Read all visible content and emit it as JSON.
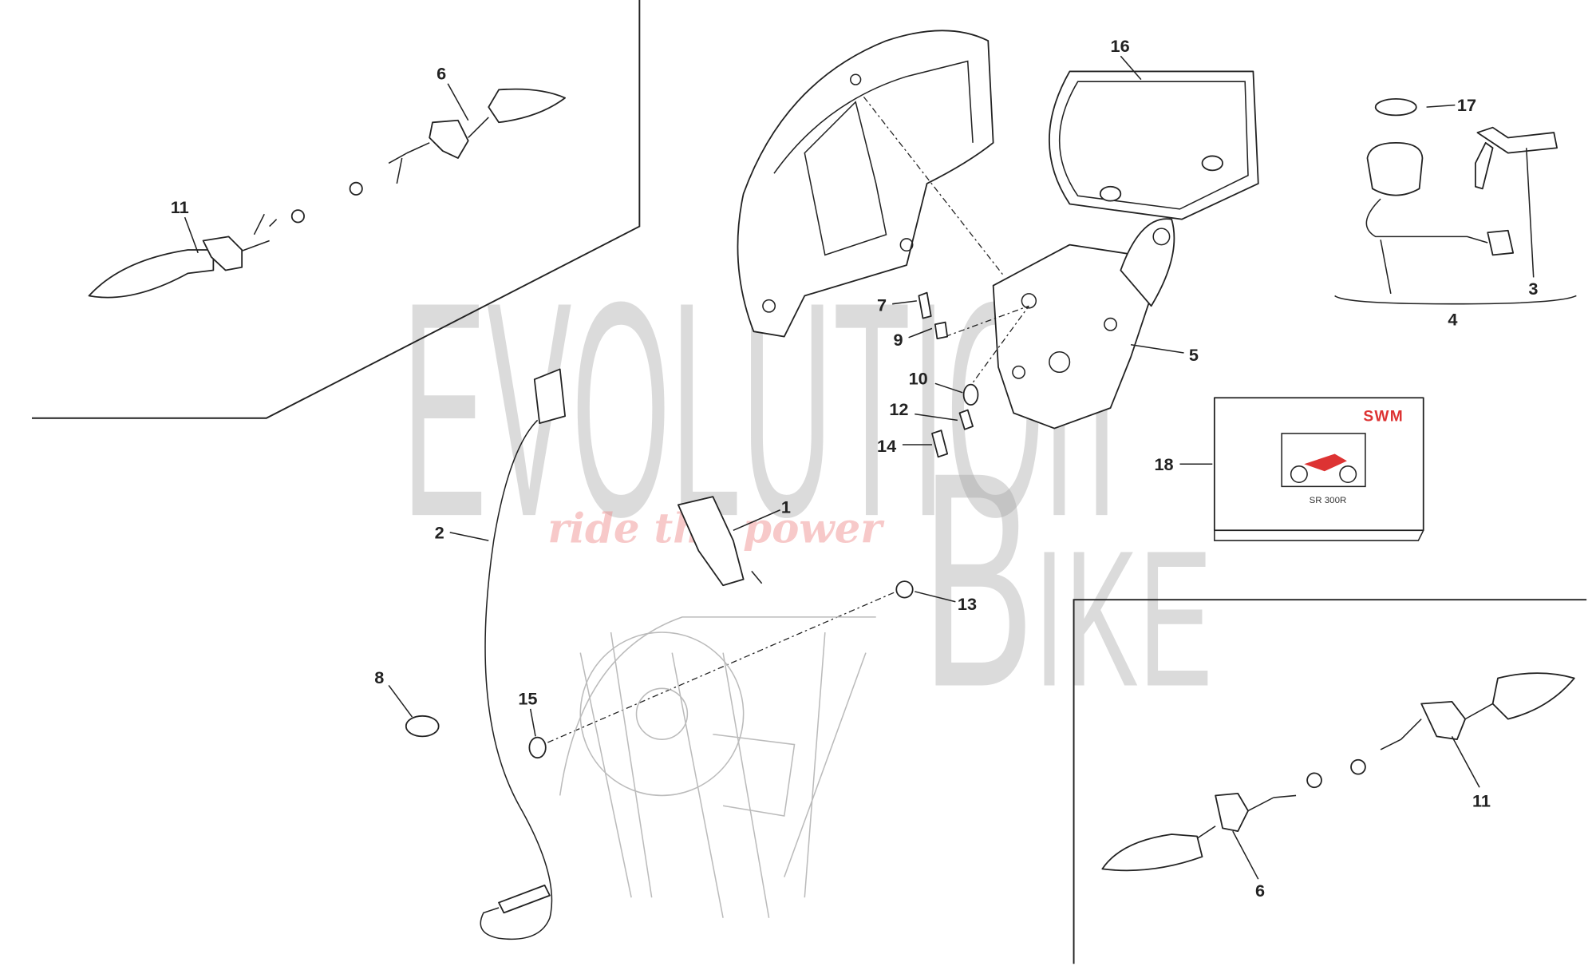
{
  "diagram": {
    "callouts": {
      "c1": "1",
      "c2": "2",
      "c3": "3",
      "c4": "4",
      "c5": "5",
      "c6_top": "6",
      "c6_bottom": "6",
      "c7": "7",
      "c8": "8",
      "c9": "9",
      "c10": "10",
      "c11_top": "11",
      "c11_bottom": "11",
      "c12": "12",
      "c13": "13",
      "c14": "14",
      "c15": "15",
      "c16": "16",
      "c17": "17",
      "c18": "18"
    },
    "manual": {
      "brand": "SWM",
      "model": "SR 300R"
    },
    "watermark": {
      "word1": "EVOLUTIOn",
      "word2": "B",
      "word3": "IKE",
      "tagline": "ride the power"
    },
    "colors": {
      "line": "#222222",
      "watermark": "#9a9a9a",
      "brand_red": "#dd3333"
    }
  }
}
